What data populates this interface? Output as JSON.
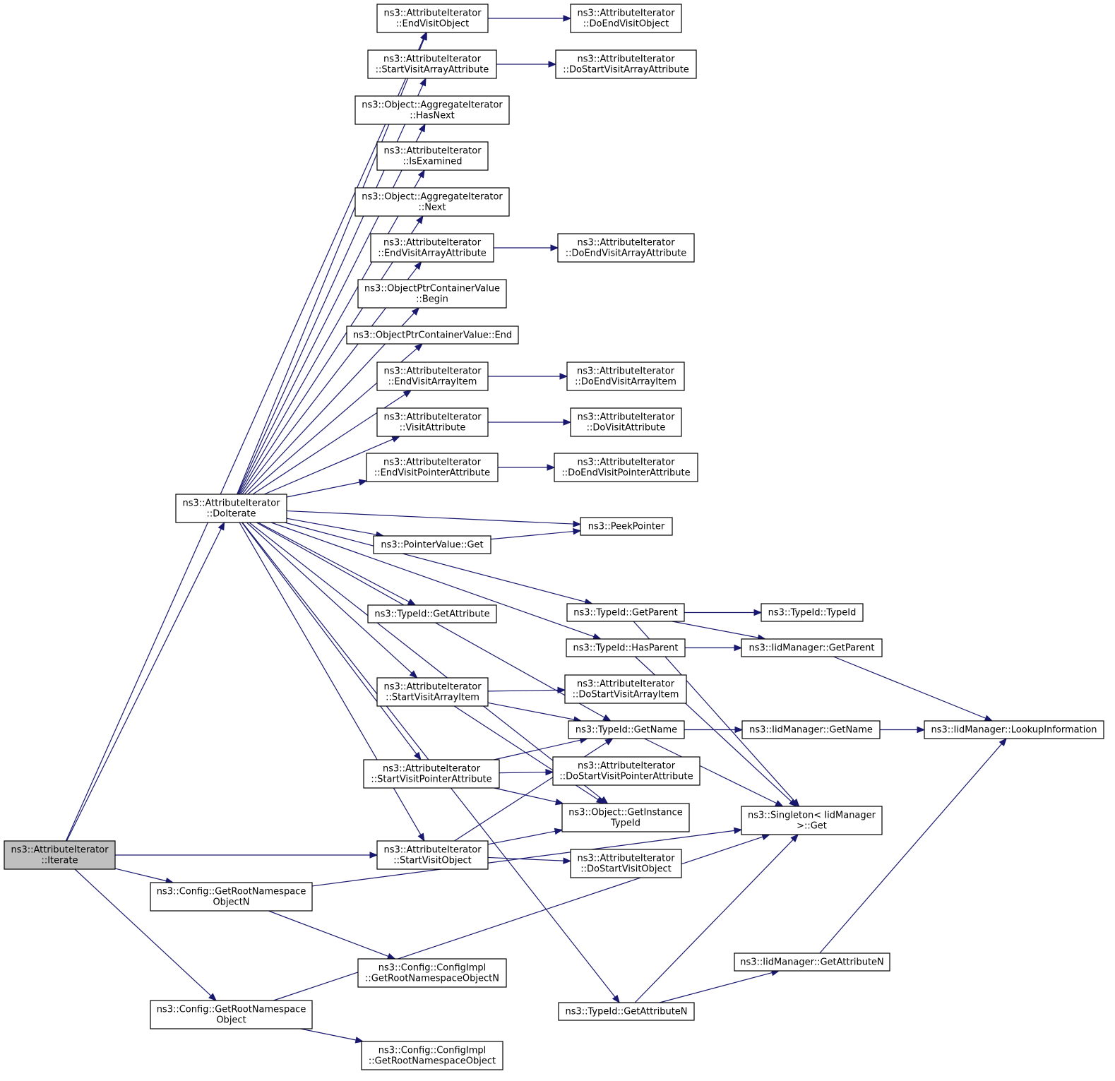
{
  "colors": {
    "edge": "#191970",
    "root_fill": "#bfbfbf",
    "node_border": "#000000",
    "background": "#ffffff"
  },
  "nodes": [
    {
      "id": "iterate",
      "lines": [
        "ns3::AttributeIterator",
        "::Iterate"
      ],
      "root": true
    },
    {
      "id": "doiterate",
      "lines": [
        "ns3::AttributeIterator",
        "::DoIterate"
      ]
    },
    {
      "id": "endvisitobject",
      "lines": [
        "ns3::AttributeIterator",
        "::EndVisitObject"
      ]
    },
    {
      "id": "doendvisitobject",
      "lines": [
        "ns3::AttributeIterator",
        "::DoEndVisitObject"
      ]
    },
    {
      "id": "startvisitarrayattr",
      "lines": [
        "ns3::AttributeIterator",
        "::StartVisitArrayAttribute"
      ]
    },
    {
      "id": "dostartvisitarrayattr",
      "lines": [
        "ns3::AttributeIterator",
        "::DoStartVisitArrayAttribute"
      ]
    },
    {
      "id": "hasnext",
      "lines": [
        "ns3::Object::AggregateIterator",
        "::HasNext"
      ]
    },
    {
      "id": "isexamined",
      "lines": [
        "ns3::AttributeIterator",
        "::IsExamined"
      ]
    },
    {
      "id": "next",
      "lines": [
        "ns3::Object::AggregateIterator",
        "::Next"
      ]
    },
    {
      "id": "endvisitarrayattr",
      "lines": [
        "ns3::AttributeIterator",
        "::EndVisitArrayAttribute"
      ]
    },
    {
      "id": "doendvisitarrayattr",
      "lines": [
        "ns3::AttributeIterator",
        "::DoEndVisitArrayAttribute"
      ]
    },
    {
      "id": "begin",
      "lines": [
        "ns3::ObjectPtrContainerValue",
        "::Begin"
      ]
    },
    {
      "id": "end",
      "lines": [
        "ns3::ObjectPtrContainerValue::End"
      ]
    },
    {
      "id": "endvisitarrayitem",
      "lines": [
        "ns3::AttributeIterator",
        "::EndVisitArrayItem"
      ]
    },
    {
      "id": "doendvisitarrayitem",
      "lines": [
        "ns3::AttributeIterator",
        "::DoEndVisitArrayItem"
      ]
    },
    {
      "id": "visitattribute",
      "lines": [
        "ns3::AttributeIterator",
        "::VisitAttribute"
      ]
    },
    {
      "id": "dovisitattribute",
      "lines": [
        "ns3::AttributeIterator",
        "::DoVisitAttribute"
      ]
    },
    {
      "id": "endvisitptrattr",
      "lines": [
        "ns3::AttributeIterator",
        "::EndVisitPointerAttribute"
      ]
    },
    {
      "id": "doendvisitptrattr",
      "lines": [
        "ns3::AttributeIterator",
        "::DoEndVisitPointerAttribute"
      ]
    },
    {
      "id": "peekpointer",
      "lines": [
        "ns3::PeekPointer"
      ]
    },
    {
      "id": "pointervalueget",
      "lines": [
        "ns3::PointerValue::Get"
      ]
    },
    {
      "id": "getparent",
      "lines": [
        "ns3::TypeId::GetParent"
      ]
    },
    {
      "id": "typeidtypeid",
      "lines": [
        "ns3::TypeId::TypeId"
      ]
    },
    {
      "id": "getattribute",
      "lines": [
        "ns3::TypeId::GetAttribute"
      ]
    },
    {
      "id": "hasparent",
      "lines": [
        "ns3::TypeId::HasParent"
      ]
    },
    {
      "id": "iidgetparent",
      "lines": [
        "ns3::IidManager::GetParent"
      ]
    },
    {
      "id": "startvisitarrayitem",
      "lines": [
        "ns3::AttributeIterator",
        "::StartVisitArrayItem"
      ]
    },
    {
      "id": "dostartvisitarrayitem",
      "lines": [
        "ns3::AttributeIterator",
        "::DoStartVisitArrayItem"
      ]
    },
    {
      "id": "getname",
      "lines": [
        "ns3::TypeId::GetName"
      ]
    },
    {
      "id": "iidgetname",
      "lines": [
        "ns3::IidManager::GetName"
      ]
    },
    {
      "id": "lookupinfo",
      "lines": [
        "ns3::IidManager::LookupInformation"
      ]
    },
    {
      "id": "startvisitptrattr",
      "lines": [
        "ns3::AttributeIterator",
        "::StartVisitPointerAttribute"
      ]
    },
    {
      "id": "dostartvisitptrattr",
      "lines": [
        "ns3::AttributeIterator",
        "::DoStartVisitPointerAttribute"
      ]
    },
    {
      "id": "getinstancetypeid",
      "lines": [
        "ns3::Object::GetInstance",
        "TypeId"
      ]
    },
    {
      "id": "singletonget",
      "lines": [
        "ns3::Singleton< IidManager",
        ">::Get"
      ]
    },
    {
      "id": "startvisitobject",
      "lines": [
        "ns3::AttributeIterator",
        "::StartVisitObject"
      ]
    },
    {
      "id": "dostartvisitobject",
      "lines": [
        "ns3::AttributeIterator",
        "::DoStartVisitObject"
      ]
    },
    {
      "id": "getrootnsobjn",
      "lines": [
        "ns3::Config::GetRootNamespace",
        "ObjectN"
      ]
    },
    {
      "id": "implgetrootnsobjn",
      "lines": [
        "ns3::Config::ConfigImpl",
        "::GetRootNamespaceObjectN"
      ]
    },
    {
      "id": "iidgetattributen",
      "lines": [
        "ns3::IidManager::GetAttributeN"
      ]
    },
    {
      "id": "getrootnsobj",
      "lines": [
        "ns3::Config::GetRootNamespace",
        "Object"
      ]
    },
    {
      "id": "typeidgetattributen",
      "lines": [
        "ns3::TypeId::GetAttributeN"
      ]
    },
    {
      "id": "implgetrootnsobj",
      "lines": [
        "ns3::Config::ConfigImpl",
        "::GetRootNamespaceObject"
      ]
    }
  ],
  "edges": [
    [
      "iterate",
      "endvisitobject"
    ],
    [
      "iterate",
      "doiterate"
    ],
    [
      "iterate",
      "startvisitobject"
    ],
    [
      "iterate",
      "getrootnsobjn"
    ],
    [
      "iterate",
      "getrootnsobj"
    ],
    [
      "doiterate",
      "endvisitobject"
    ],
    [
      "doiterate",
      "startvisitarrayattr"
    ],
    [
      "doiterate",
      "hasnext"
    ],
    [
      "doiterate",
      "isexamined"
    ],
    [
      "doiterate",
      "next"
    ],
    [
      "doiterate",
      "endvisitarrayattr"
    ],
    [
      "doiterate",
      "begin"
    ],
    [
      "doiterate",
      "end"
    ],
    [
      "doiterate",
      "endvisitarrayitem"
    ],
    [
      "doiterate",
      "visitattribute"
    ],
    [
      "doiterate",
      "endvisitptrattr"
    ],
    [
      "doiterate",
      "peekpointer"
    ],
    [
      "doiterate",
      "pointervalueget"
    ],
    [
      "doiterate",
      "getparent"
    ],
    [
      "doiterate",
      "getattribute"
    ],
    [
      "doiterate",
      "hasparent"
    ],
    [
      "doiterate",
      "startvisitarrayitem"
    ],
    [
      "doiterate",
      "getname"
    ],
    [
      "doiterate",
      "startvisitptrattr"
    ],
    [
      "doiterate",
      "getinstancetypeid"
    ],
    [
      "doiterate",
      "startvisitobject"
    ],
    [
      "doiterate",
      "typeidgetattributen"
    ],
    [
      "endvisitobject",
      "doendvisitobject"
    ],
    [
      "startvisitarrayattr",
      "dostartvisitarrayattr"
    ],
    [
      "endvisitarrayattr",
      "doendvisitarrayattr"
    ],
    [
      "endvisitarrayitem",
      "doendvisitarrayitem"
    ],
    [
      "visitattribute",
      "dovisitattribute"
    ],
    [
      "endvisitptrattr",
      "doendvisitptrattr"
    ],
    [
      "pointervalueget",
      "peekpointer"
    ],
    [
      "getparent",
      "typeidtypeid"
    ],
    [
      "getparent",
      "iidgetparent"
    ],
    [
      "getparent",
      "singletonget"
    ],
    [
      "hasparent",
      "iidgetparent"
    ],
    [
      "hasparent",
      "singletonget"
    ],
    [
      "iidgetparent",
      "lookupinfo"
    ],
    [
      "startvisitarrayitem",
      "dostartvisitarrayitem"
    ],
    [
      "startvisitarrayitem",
      "getname"
    ],
    [
      "startvisitarrayitem",
      "getinstancetypeid"
    ],
    [
      "getname",
      "iidgetname"
    ],
    [
      "getname",
      "singletonget"
    ],
    [
      "iidgetname",
      "lookupinfo"
    ],
    [
      "startvisitptrattr",
      "getname"
    ],
    [
      "startvisitptrattr",
      "dostartvisitptrattr"
    ],
    [
      "startvisitptrattr",
      "getinstancetypeid"
    ],
    [
      "startvisitobject",
      "getname"
    ],
    [
      "startvisitobject",
      "getinstancetypeid"
    ],
    [
      "startvisitobject",
      "dostartvisitobject"
    ],
    [
      "getrootnsobjn",
      "singletonget"
    ],
    [
      "getrootnsobjn",
      "implgetrootnsobjn"
    ],
    [
      "getrootnsobj",
      "singletonget"
    ],
    [
      "getrootnsobj",
      "implgetrootnsobj"
    ],
    [
      "typeidgetattributen",
      "iidgetattributen"
    ],
    [
      "typeidgetattributen",
      "singletonget"
    ],
    [
      "iidgetattributen",
      "lookupinfo"
    ]
  ]
}
